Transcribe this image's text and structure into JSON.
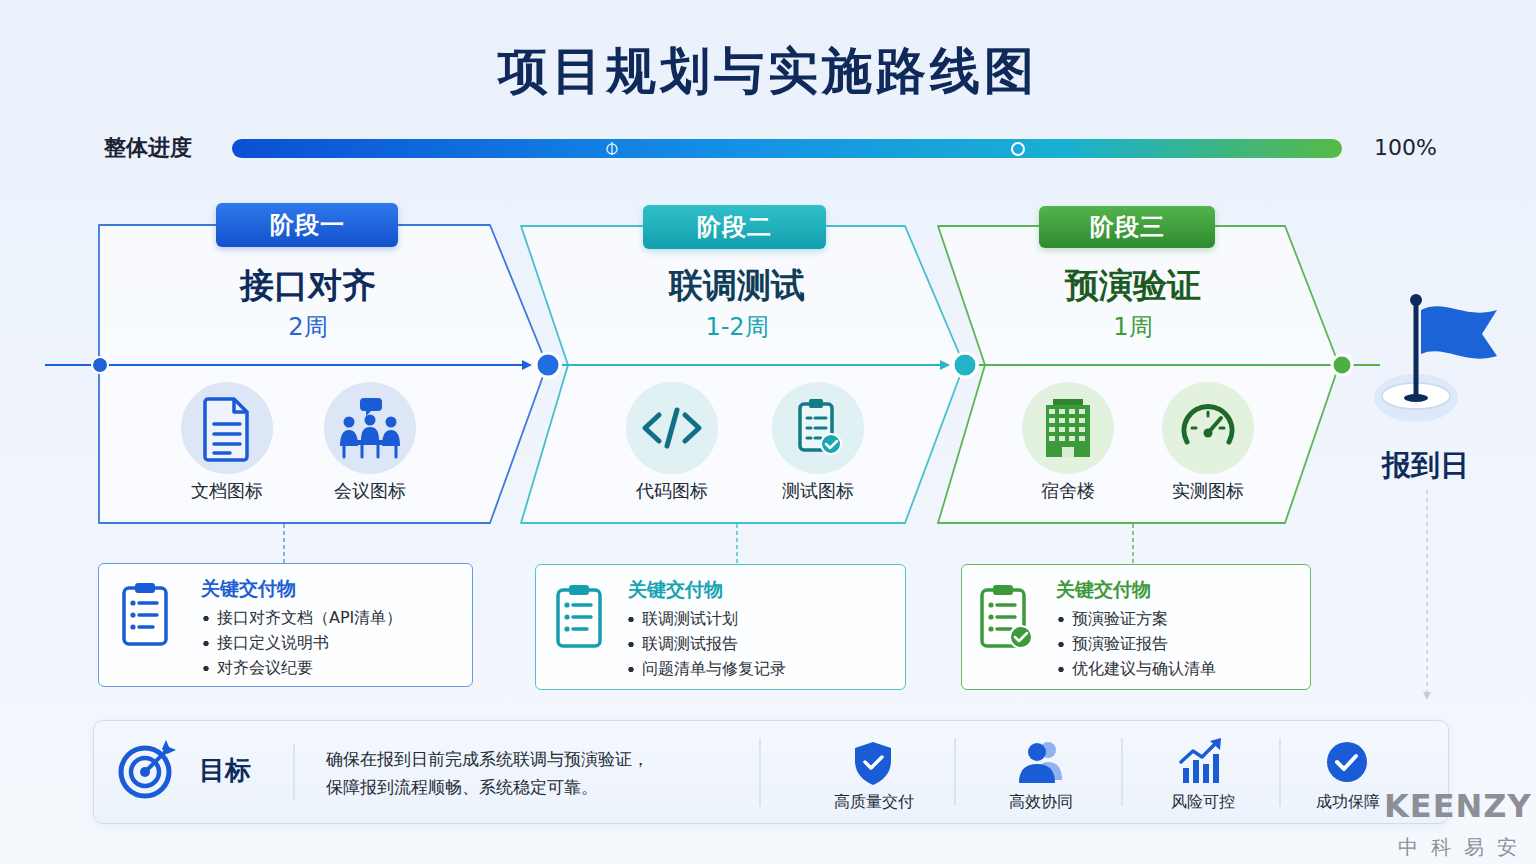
{
  "diagram": {
    "title": "项目规划与实施路线图",
    "nodes": [
      {
        "text": [
          "接口对齐",
          "2周",
          "文档图标",
          "会议图标"
        ]
      },
      {
        "text": [
          "阶段一"
        ],
        "in": 0
      },
      {
        "text": [
          "关键交付物",
          "接口对齐文档（API清单）",
          "接口定义说明书",
          "对齐会议纪要"
        ]
      },
      {
        "text": [
          "联调测试",
          "1-2周",
          "代码图标",
          "测试图标"
        ]
      },
      {
        "text": [
          "阶段二"
        ],
        "in": 3
      },
      {
        "text": [
          "关键交付物",
          "联调测试计划",
          "联调测试报告",
          "问题清单与修复记录"
        ]
      },
      {
        "text": [
          "预演验证",
          "1周",
          "宿舍楼",
          "实测图标"
        ]
      },
      {
        "text": [
          "阶段三"
        ],
        "in": 6
      },
      {
        "text": [
          "关键交付物",
          "预演验证方案",
          "预演验证报告",
          "优化建议与确认清单"
        ]
      },
      {
        "text": [
          "目标",
          "确保在报到日前完成系统联调与预演验证， 保障报到流程顺畅、系统稳定可靠。",
          "高质量交付",
          "高效协同",
          "风险可控",
          "成功保障"
        ]
      }
    ],
    "edges": [
      {
        "from": 0,
        "to": 2,
        "arrow": "none"
      },
      {
        "from": 3,
        "to": 5,
        "arrow": "none"
      },
      {
        "from": 6,
        "to": 8,
        "arrow": "none"
      }
    ],
    "labels": [
      "整体进度",
      "100%",
      "报到日",
      "KEENZY",
      "中科易安"
    ]
  }
}
